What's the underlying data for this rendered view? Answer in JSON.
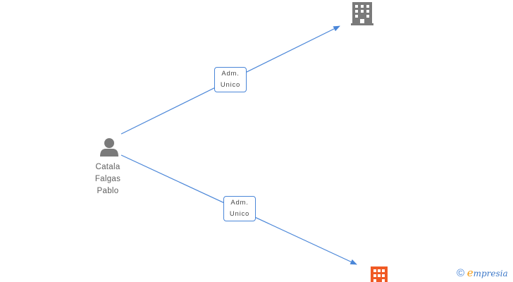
{
  "person": {
    "name_lines": [
      "Catala",
      "Falgas",
      "Pablo"
    ]
  },
  "companies": [
    {
      "icon": "building-icon",
      "color": "#7a7a7a"
    },
    {
      "icon": "building-icon",
      "color": "#f05a24"
    }
  ],
  "relations": [
    {
      "line1": "Adm.",
      "line2": "Unico"
    },
    {
      "line1": "Adm.",
      "line2": "Unico"
    }
  ],
  "colors": {
    "edge": "#4a86d8",
    "person": "#7a7a7a"
  },
  "watermark": {
    "symbol": "©",
    "brand_initial": "e",
    "brand_rest": "mpresia"
  }
}
